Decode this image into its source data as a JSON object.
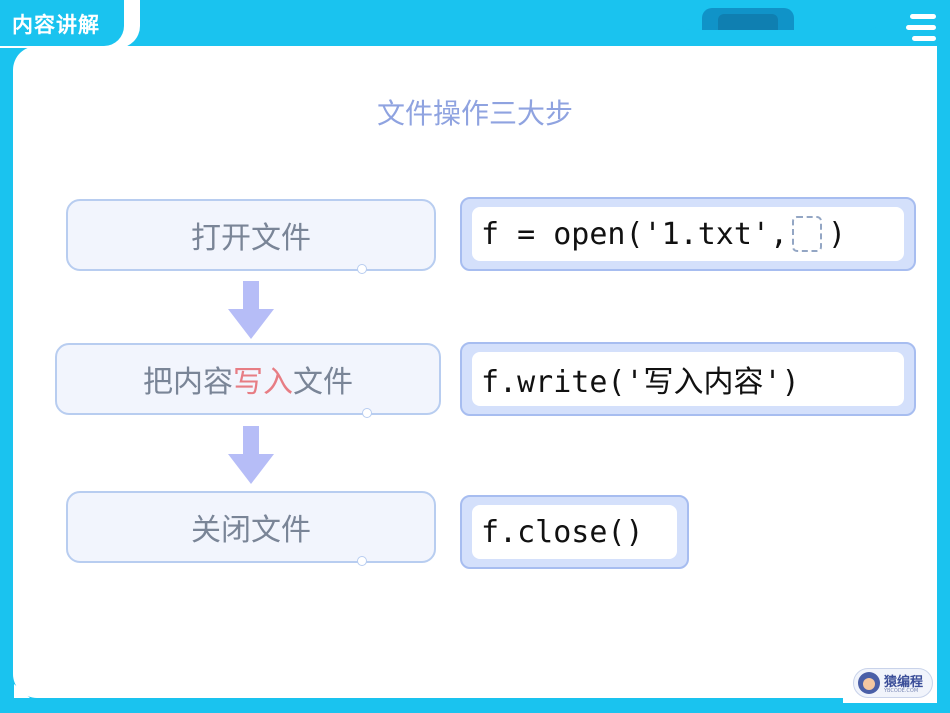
{
  "header": {
    "tab_label": "内容讲解"
  },
  "title": "文件操作三大步",
  "steps": [
    {
      "label": "打开文件"
    },
    {
      "label_prefix": "把内容",
      "label_highlight": "写入",
      "label_suffix": "文件"
    },
    {
      "label": "关闭文件"
    }
  ],
  "code": {
    "open_before": "f = open('1.txt',",
    "open_after": ")",
    "write": "f.write('写入内容')",
    "close": "f.close()"
  },
  "logo": {
    "name": "猿编程",
    "sub": "YBCODE.COM"
  },
  "colors": {
    "frame": "#1ac3ef",
    "title": "#8fa3e0",
    "highlight": "#e77d84",
    "arrow": "#b6bdf7"
  }
}
